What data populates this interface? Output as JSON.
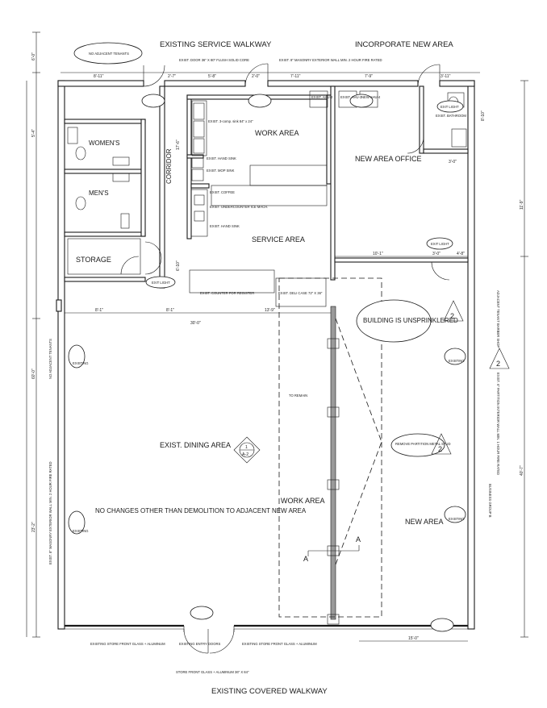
{
  "edges": {
    "top": "EXISTING SERVICE WALKWAY",
    "top_right": "INCORPORATE NEW AREA",
    "bottom": "EXISTING COVERED WALKWAY"
  },
  "notes": {
    "no_adjacent_top": "NO ADJACENT TENANTS",
    "no_adjacent_left": "NO ADJACENT TENANTS",
    "door_rear": "EXIST. DOOR 36\" X 80\" FLUSH SOLID CORE",
    "masonry_top": "EXIST. 8\" MASONRY EXTERIOR WALL MIN. 2 HOUR FIRE RATED",
    "masonry_left": "EXIST. 8\" MASONRY EXTERIOR WALL MIN. 2 HOUR FIRE RATED",
    "partition_right": "EXIST. 6\" PARTITION INTERIOR WALL MIN. 1 HOUR FIRE RATED",
    "adjacent_tenant": "ADJACENT TENANT BARBER SHOP",
    "business_group": "BUSINESS GROUP B",
    "sprinkler": "BUILDING IS UNSPRINKLERED",
    "no_changes": "NO CHANGES OTHER THAN DEMOLITION TO ADJACENT NEW AREA",
    "to_remain": "TO REMAIN",
    "remove_partition": "REMOVE PARTITION METAL STUD",
    "storefront_left": "EXISTING STORE FRONT GLASS + ALUMINUM",
    "storefront_mid": "EXISTING STORE FRONT GLASS + ALUMINUM",
    "entry_doors": "EXISTING ENTRY DOORS",
    "storefront_bottom": "STORE FRONT GLASS + ALUMINUM 36\" X 84\""
  },
  "rooms": {
    "womens": "WOMEN'S",
    "mens": "MEN'S",
    "storage": "STORAGE",
    "corridor": "CORRIDOR",
    "work_area_top": "WORK AREA",
    "service_area": "SERVICE AREA",
    "office": "NEW AREA OFFICE",
    "bathroom": "EXIST. BATHROOM",
    "dining": "EXIST. DINING AREA",
    "work_area_mid": "WORK AREA",
    "new_area": "NEW AREA"
  },
  "fixtures": {
    "comp_sink": "EXIST. 3-comp. sink 84\" x 24\"",
    "hand_sink": "EXIST. HAND SINK",
    "mop_sink": "EXIST. MOP SINK",
    "coffee": "EXIST. COFFEE",
    "ice_mach": "EXIST. UNDERCOUNTER ICE MACH.",
    "hand_sink2": "EXIST. HAND SINK",
    "counter": "EXIST. COUNTER FOR REGISTER",
    "deli": "EXIST. DELI CASE 72\" X 36\"",
    "ahu2": "EXIST. AHU-2",
    "ahu3": "EXIST. AHU-3",
    "ahu4": "NEW AHU-4",
    "exit_light_1": "EXIT LIGHT",
    "exit_light_2": "EXIT LIGHT",
    "exit_light_3": "EXIT LIGHT",
    "existing": "EXISTING"
  },
  "dimensions": {
    "d1": "8'-11\"",
    "d2": "2'-7\"",
    "d3": "5'-8\"",
    "d4": "2'-0\"",
    "d5": "7'-11\"",
    "d6": "7'-9\"",
    "d7": "3'-11\"",
    "d8": "6'-0\"",
    "d9": "8'-1\"",
    "d10": "8'-1\"",
    "d11": "13'-9\"",
    "d12": "30'-0\"",
    "d13": "10'-1\"",
    "d14": "3'-0\"",
    "d15": "4'-8\"",
    "d16": "17'-6\"",
    "d17": "6'-10\"",
    "d18": "60'-0\"",
    "d19": "23'-2\"",
    "d20": "40'-7\"",
    "d21": "11'-9\"",
    "d22": "8'-10\"",
    "d23": "3'-0\"",
    "d24": "15'-0\"",
    "d25": "5'-4\""
  },
  "markers": {
    "detail_top": "1",
    "detail_bottom": "A-2",
    "section": "A",
    "revision": "2"
  }
}
